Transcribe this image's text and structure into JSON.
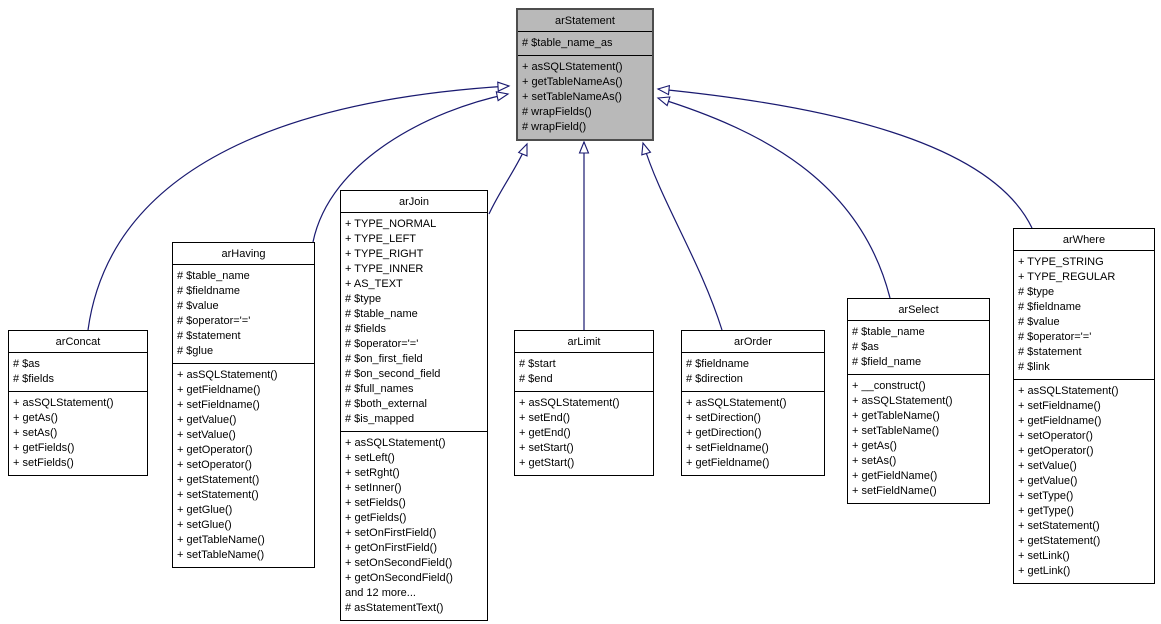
{
  "diagram": {
    "kind": "uml-class-inheritance-diagram",
    "colors": {
      "node_fill": "#ffffff",
      "highlight_fill": "#b9b9b9",
      "border": "#000000",
      "edge": "#191970"
    },
    "classes": [
      {
        "id": "arStatement",
        "name": "arStatement",
        "highlighted": true,
        "fields": [
          "# $table_name_as"
        ],
        "methods": [
          "+ asSQLStatement()",
          "+ getTableNameAs()",
          "+ setTableNameAs()",
          "# wrapFields()",
          "# wrapField()"
        ]
      },
      {
        "id": "arConcat",
        "name": "arConcat",
        "highlighted": false,
        "fields": [
          "# $as",
          "# $fields"
        ],
        "methods": [
          "+ asSQLStatement()",
          "+ getAs()",
          "+ setAs()",
          "+ getFields()",
          "+ setFields()"
        ]
      },
      {
        "id": "arHaving",
        "name": "arHaving",
        "highlighted": false,
        "fields": [
          "# $table_name",
          "# $fieldname",
          "# $value",
          "# $operator='='",
          "# $statement",
          "# $glue"
        ],
        "methods": [
          "+ asSQLStatement()",
          "+ getFieldname()",
          "+ setFieldname()",
          "+ getValue()",
          "+ setValue()",
          "+ getOperator()",
          "+ setOperator()",
          "+ getStatement()",
          "+ setStatement()",
          "+ getGlue()",
          "+ setGlue()",
          "+ getTableName()",
          "+ setTableName()"
        ]
      },
      {
        "id": "arJoin",
        "name": "arJoin",
        "highlighted": false,
        "fields": [
          "+ TYPE_NORMAL",
          "+ TYPE_LEFT",
          "+ TYPE_RIGHT",
          "+ TYPE_INNER",
          "+ AS_TEXT",
          "# $type",
          "# $table_name",
          "# $fields",
          "# $operator='='",
          "# $on_first_field",
          "# $on_second_field",
          "# $full_names",
          "# $both_external",
          "# $is_mapped"
        ],
        "methods": [
          "+ asSQLStatement()",
          "+ setLeft()",
          "+ setRght()",
          "+ setInner()",
          "+ setFields()",
          "+ getFields()",
          "+ setOnFirstField()",
          "+ getOnFirstField()",
          "+ setOnSecondField()",
          "+ getOnSecondField()",
          "and 12 more...",
          "# asStatementText()"
        ]
      },
      {
        "id": "arLimit",
        "name": "arLimit",
        "highlighted": false,
        "fields": [
          "# $start",
          "# $end"
        ],
        "methods": [
          "+ asSQLStatement()",
          "+ setEnd()",
          "+ getEnd()",
          "+ setStart()",
          "+ getStart()"
        ]
      },
      {
        "id": "arOrder",
        "name": "arOrder",
        "highlighted": false,
        "fields": [
          "# $fieldname",
          "# $direction"
        ],
        "methods": [
          "+ asSQLStatement()",
          "+ setDirection()",
          "+ getDirection()",
          "+ setFieldname()",
          "+ getFieldname()"
        ]
      },
      {
        "id": "arSelect",
        "name": "arSelect",
        "highlighted": false,
        "fields": [
          "# $table_name",
          "# $as",
          "# $field_name"
        ],
        "methods": [
          "+ __construct()",
          "+ asSQLStatement()",
          "+ getTableName()",
          "+ setTableName()",
          "+ getAs()",
          "+ setAs()",
          "+ getFieldName()",
          "+ setFieldName()"
        ]
      },
      {
        "id": "arWhere",
        "name": "arWhere",
        "highlighted": false,
        "fields": [
          "+ TYPE_STRING",
          "+ TYPE_REGULAR",
          "# $type",
          "# $fieldname",
          "# $value",
          "# $operator='='",
          "# $statement",
          "# $link"
        ],
        "methods": [
          "+ asSQLStatement()",
          "+ setFieldname()",
          "+ getFieldname()",
          "+ setOperator()",
          "+ getOperator()",
          "+ setValue()",
          "+ getValue()",
          "+ setType()",
          "+ getType()",
          "+ setStatement()",
          "+ getStatement()",
          "+ setLink()",
          "+ getLink()"
        ]
      }
    ],
    "edges": [
      {
        "from": "arConcat",
        "to": "arStatement",
        "relation": "inherits"
      },
      {
        "from": "arHaving",
        "to": "arStatement",
        "relation": "inherits"
      },
      {
        "from": "arJoin",
        "to": "arStatement",
        "relation": "inherits"
      },
      {
        "from": "arLimit",
        "to": "arStatement",
        "relation": "inherits"
      },
      {
        "from": "arOrder",
        "to": "arStatement",
        "relation": "inherits"
      },
      {
        "from": "arSelect",
        "to": "arStatement",
        "relation": "inherits"
      },
      {
        "from": "arWhere",
        "to": "arStatement",
        "relation": "inherits"
      }
    ]
  }
}
